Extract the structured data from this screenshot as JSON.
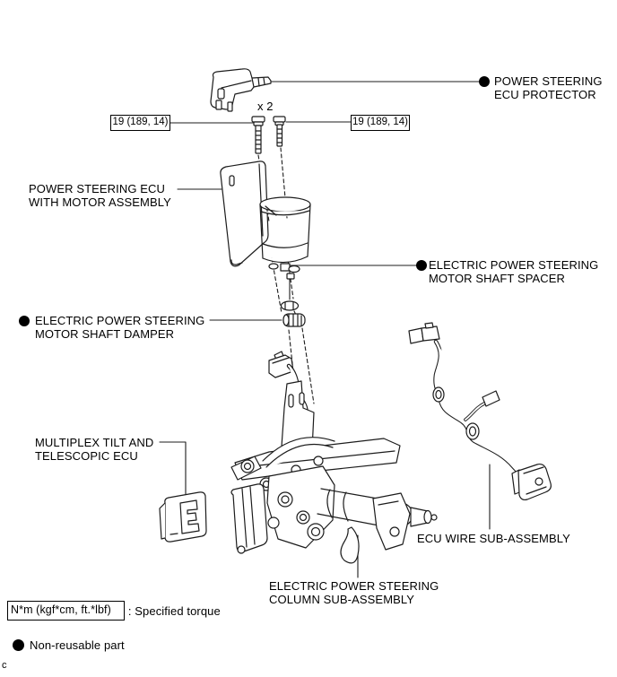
{
  "figure": {
    "type": "exploded-parts-diagram",
    "subject": "electric power steering column assembly",
    "footer_mark": "c"
  },
  "colors": {
    "line": "#1c1c1c",
    "background": "#ffffff",
    "part_fill": "#ffffff",
    "bullet": "#000000"
  },
  "labels": {
    "protector": {
      "line1": "POWER STEERING",
      "line2": "ECU PROTECTOR",
      "non_reusable": true
    },
    "ecu_motor": {
      "line1": "POWER STEERING ECU",
      "line2": "WITH MOTOR ASSEMBLY",
      "non_reusable": false
    },
    "spacer": {
      "line1": "ELECTRIC POWER STEERING",
      "line2": "MOTOR SHAFT SPACER",
      "non_reusable": true
    },
    "damper": {
      "line1": "ELECTRIC POWER STEERING",
      "line2": "MOTOR SHAFT DAMPER",
      "non_reusable": true
    },
    "multiplex": {
      "line1": "MULTIPLEX TILT AND",
      "line2": "TELESCOPIC ECU",
      "non_reusable": false
    },
    "ecu_wire": {
      "line1": "ECU WIRE SUB-ASSEMBLY",
      "non_reusable": false
    },
    "column": {
      "line1": "ELECTRIC POWER STEERING",
      "line2": "COLUMN SUB-ASSEMBLY",
      "non_reusable": false
    },
    "bolt_count": "x 2",
    "torque_left": "19 (189, 14)",
    "torque_right": "19 (189, 14)"
  },
  "legend": {
    "torque_box": "N*m (kgf*cm, ft.*lbf)",
    "torque_desc": ": Specified torque",
    "non_reusable": "Non-reusable part"
  }
}
